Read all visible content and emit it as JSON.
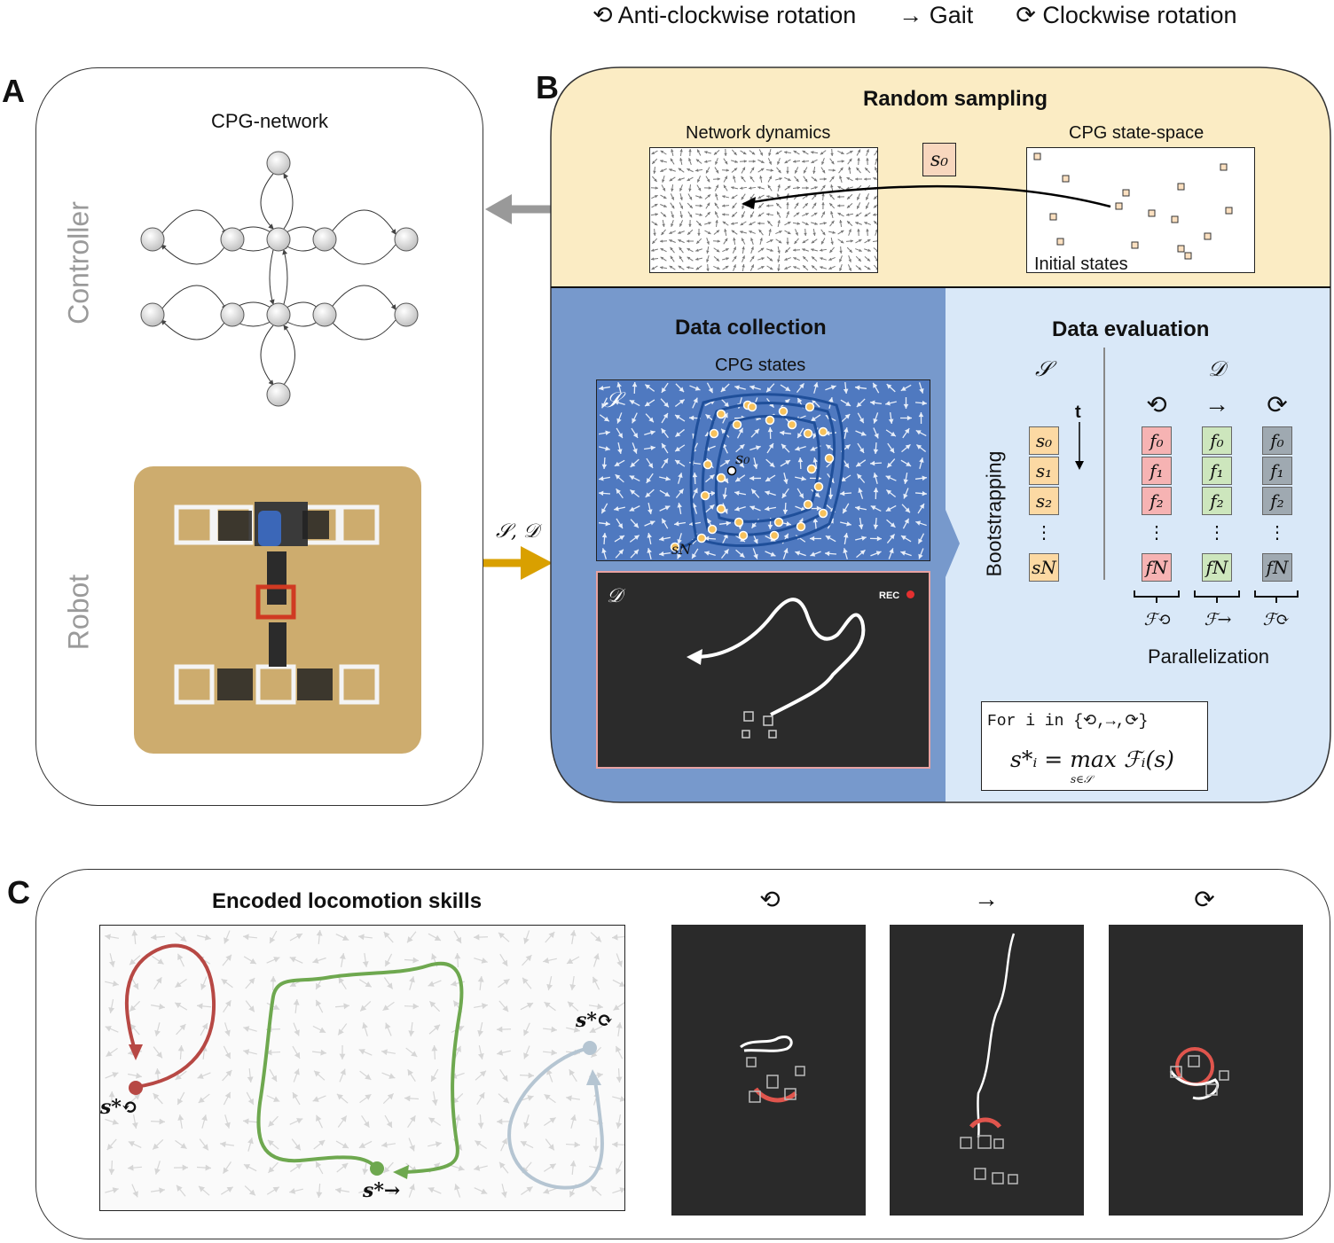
{
  "legend": {
    "anticlockwise": "⟲  Anti-clockwise rotation",
    "gait": "→ Gait",
    "clockwise": "⟳ Clockwise rotation"
  },
  "panel_a": {
    "label": "A",
    "network_title": "CPG-network",
    "controller_label": "Controller",
    "robot_label": "Robot"
  },
  "panel_b": {
    "label": "B",
    "random_sampling": {
      "title": "Random sampling",
      "network_dynamics": "Network dynamics",
      "state_space": "CPG state-space",
      "s0": "s₀",
      "initial_states": "Initial states"
    },
    "data_collection": {
      "title": "Data collection",
      "cpg_states": "CPG states",
      "S_symbol": "𝒮",
      "D_symbol": "𝒟",
      "s0": "s₀",
      "sN": "s𝑁",
      "rec": "REC"
    },
    "data_evaluation": {
      "title": "Data evaluation",
      "S_header": "𝒮",
      "D_header": "𝒟",
      "t_label": "t",
      "bootstrapping": "Bootstrapping",
      "s_cells": [
        "s₀",
        "s₁",
        "s₂",
        "⋮",
        "s𝑁"
      ],
      "rot_headers": [
        "⟲",
        "→",
        "⟳"
      ],
      "f_cells": [
        "f₀",
        "f₁",
        "f₂",
        "⋮",
        "f𝑁"
      ],
      "F_labels": [
        "ℱ⟲",
        "ℱ→",
        "ℱ⟳"
      ],
      "parallelization": "Parallelization",
      "code_line": "For i in {⟲,→,⟳}",
      "formula": "s*ᵢ = max ℱᵢ(s)",
      "formula_sub": "s∈𝒮"
    },
    "arrow_label": "𝒮, 𝒟"
  },
  "panel_c": {
    "label": "C",
    "title": "Encoded locomotion skills",
    "s_labels": [
      "s*⟲",
      "s*→",
      "s*⟳"
    ],
    "photo_headers": [
      "⟲",
      "→",
      "⟳"
    ]
  },
  "colors": {
    "yellow_bg": "#fbecc4",
    "blue_bg": "#7799cc",
    "light_blue_bg": "#d9e8f8",
    "orange_cell": "#fcd9a3",
    "red_cell": "#f6b3b3",
    "green_cell": "#cde6bd",
    "grey_cell": "#9fa9b1",
    "red_path": "#b74844",
    "green_path": "#6ea84f",
    "grey_path": "#b5c5d2",
    "gold_arrow": "#d9a000"
  }
}
